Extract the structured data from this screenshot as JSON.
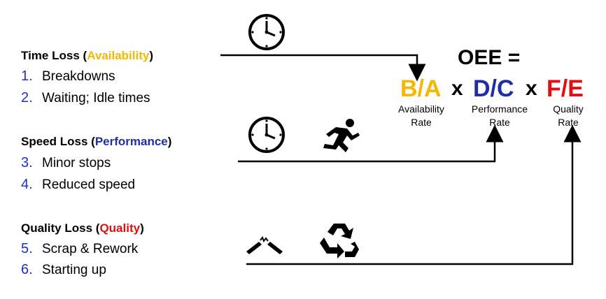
{
  "colors": {
    "availability": "#F5B800",
    "performance": "#1F2FA3",
    "quality": "#E01010",
    "number": "#1F2FD0",
    "text": "#000000"
  },
  "losses": [
    {
      "title": "Time Loss",
      "factor": "Availability",
      "items": [
        {
          "number": "1.",
          "label": "Breakdowns"
        },
        {
          "number": "2.",
          "label": "Waiting; Idle times"
        }
      ],
      "icons": [
        "clock-icon"
      ]
    },
    {
      "title": "Speed Loss",
      "factor": "Performance",
      "items": [
        {
          "number": "3.",
          "label": "Minor stops"
        },
        {
          "number": "4.",
          "label": "Reduced speed"
        }
      ],
      "icons": [
        "clock-icon",
        "running-person-icon"
      ]
    },
    {
      "title": "Quality Loss",
      "factor": "Quality",
      "items": [
        {
          "number": "5.",
          "label": "Scrap & Rework"
        },
        {
          "number": "6.",
          "label": "Starting up"
        }
      ],
      "icons": [
        "broken-part-icon",
        "recycle-icon"
      ]
    }
  ],
  "formula": {
    "title": "OEE =",
    "operator": "x",
    "terms": [
      {
        "ratio": "B/A",
        "rate_line1": "Availability",
        "rate_line2": "Rate"
      },
      {
        "ratio": "D/C",
        "rate_line1": "Performance",
        "rate_line2": "Rate"
      },
      {
        "ratio": "F/E",
        "rate_line1": "Quality",
        "rate_line2": "Rate"
      }
    ]
  },
  "paren_open": "(",
  "paren_close": ")"
}
